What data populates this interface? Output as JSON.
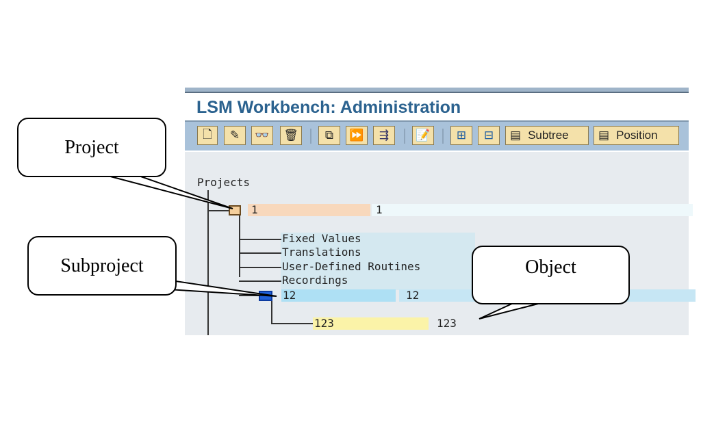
{
  "window": {
    "title": "LSM Workbench: Administration"
  },
  "toolbar": {
    "buttons": [
      {
        "name": "new-icon",
        "glyph": "🗋"
      },
      {
        "name": "edit-icon",
        "glyph": "✎"
      },
      {
        "name": "display-icon",
        "glyph": "👓"
      },
      {
        "name": "delete-icon",
        "glyph": "🗑"
      },
      {
        "name": "copy-icon",
        "glyph": "⧉"
      },
      {
        "name": "rename-icon",
        "glyph": "⏩"
      },
      {
        "name": "transport-icon",
        "glyph": "⇶"
      },
      {
        "name": "change-icon",
        "glyph": "📝"
      },
      {
        "name": "expand-icon",
        "glyph": "⊞"
      },
      {
        "name": "collapse-icon",
        "glyph": "⊟"
      }
    ],
    "subtree_label": "Subtree",
    "position_label": "Position"
  },
  "tree": {
    "root": "Projects",
    "project": {
      "id": "1",
      "desc": "1"
    },
    "nodes": [
      "Fixed Values",
      "Translations",
      "User-Defined Routines",
      "Recordings"
    ],
    "subproject": {
      "id": "12",
      "desc": "12"
    },
    "object": {
      "id": "123",
      "desc": "123"
    }
  },
  "callouts": {
    "project": "Project",
    "subproject": "Subproject",
    "object": "Object"
  },
  "colors": {
    "project": "#f8d8bc",
    "subproject": "#aee0f4",
    "object": "#fbf3a8"
  }
}
